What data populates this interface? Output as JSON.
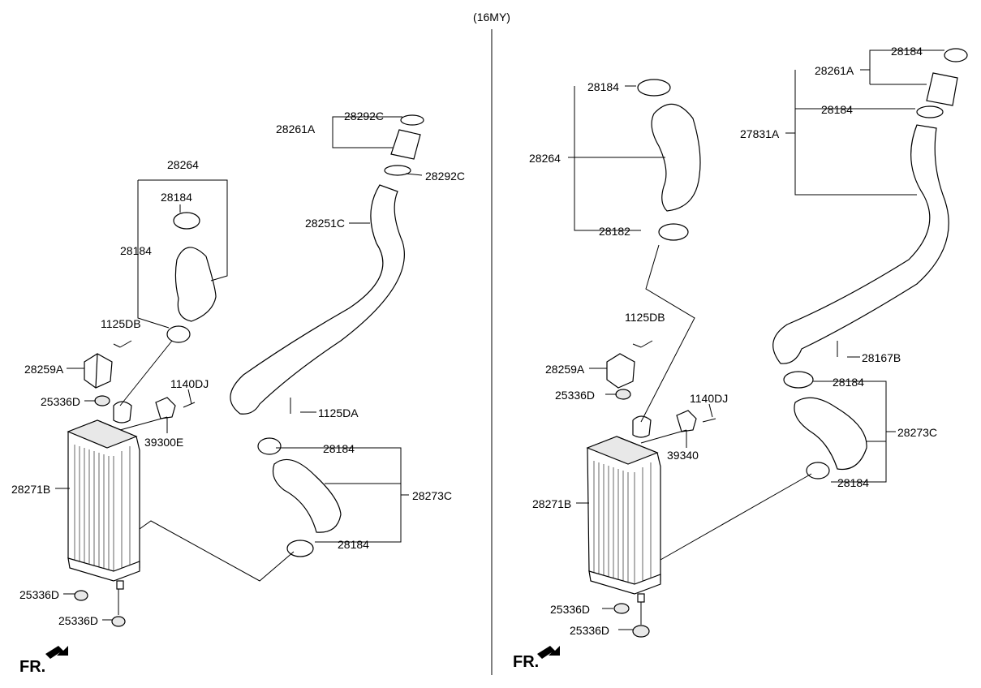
{
  "header": {
    "variant": "(16MY)"
  },
  "left": {
    "labels": {
      "hose_upper": "28264",
      "clamp_a": "28184",
      "clamp_b": "28184",
      "pipe_assy": "28261A",
      "clamp_c1": "28292C",
      "clamp_c2": "28292C",
      "pipe_long": "28251C",
      "bolt_db": "1125DB",
      "bracket": "28259A",
      "insulator_top": "25336D",
      "bolt_dj": "1140DJ",
      "sensor": "39300E",
      "intercooler": "28271B",
      "bolt_da": "1125DA",
      "clamp_d": "28184",
      "hose_lower": "28273C",
      "clamp_e": "28184",
      "insulator_b1": "25336D",
      "insulator_b2": "25336D"
    },
    "fr": "FR."
  },
  "right": {
    "labels": {
      "clamp_a": "28184",
      "hose_upper": "28264",
      "clamp_b": "28182",
      "clamp_top": "28184",
      "pipe_assy": "28261A",
      "clamp_mid": "28184",
      "pipe_assy2": "27831A",
      "bolt_db": "1125DB",
      "bracket": "28259A",
      "insulator_top": "25336D",
      "bolt_dj": "1140DJ",
      "sensor": "39340",
      "bolt_b": "28167B",
      "clamp_c": "28184",
      "hose_lower": "28273C",
      "clamp_d": "28184",
      "intercooler": "28271B",
      "insulator_b1": "25336D",
      "insulator_b2": "25336D"
    },
    "fr": "FR."
  }
}
